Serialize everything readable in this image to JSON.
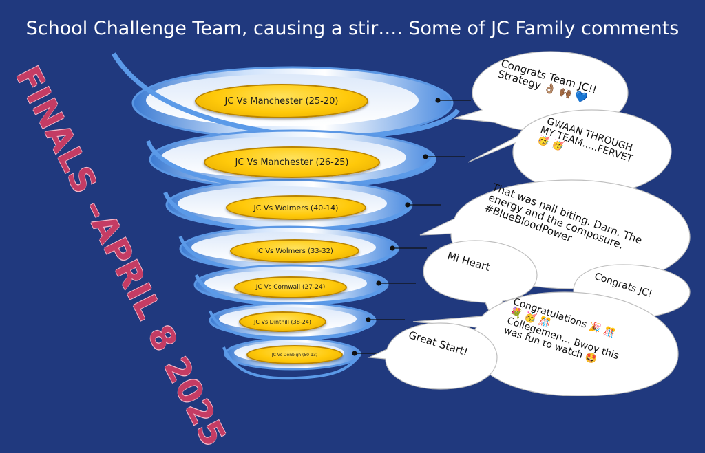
{
  "title": "School Challenge Team, causing a stir…. Some of JC Family comments",
  "side_label": "FINALS –APRIL 8 2025",
  "matches": [
    "JC Vs Manchester (25-20)",
    "JC Vs Manchester (26-25)",
    "JC Vs Wolmers (40-14)",
    "JC Vs Wolmers (33-32)",
    "JC Vs Cornwall (27-24)",
    "JC Vs Dinthill (38-24)",
    "JC Vs Denbigh (50-13)"
  ],
  "comments": {
    "c1": [
      "Congrats Team JC!!",
      "Strategy 👌🏽 🙌🏾 💙"
    ],
    "c2": [
      "GWAAN THROUGH",
      "MY TEAM…..FERVET",
      "🥳 🥳"
    ],
    "c3": [
      "That was nail biting.  Darn. The",
      "energy and the composure.",
      "#BlueBloodPower"
    ],
    "c4": [
      "Mi Heart"
    ],
    "c5": [
      "Congrats JC!"
    ],
    "c6": [
      "Congratulations  🎉 🎊",
      "💐 🥳 🎊",
      "Collegemen… Bwoy this",
      "was fun to watch 🤩"
    ],
    "c7": [
      "Great Start!"
    ]
  },
  "colors": {
    "background": "#20397e",
    "pill": "#ffc90a",
    "ring_light": "#ffffff",
    "ring_dark": "#3f7fd6",
    "side_label": "#c43c64"
  }
}
